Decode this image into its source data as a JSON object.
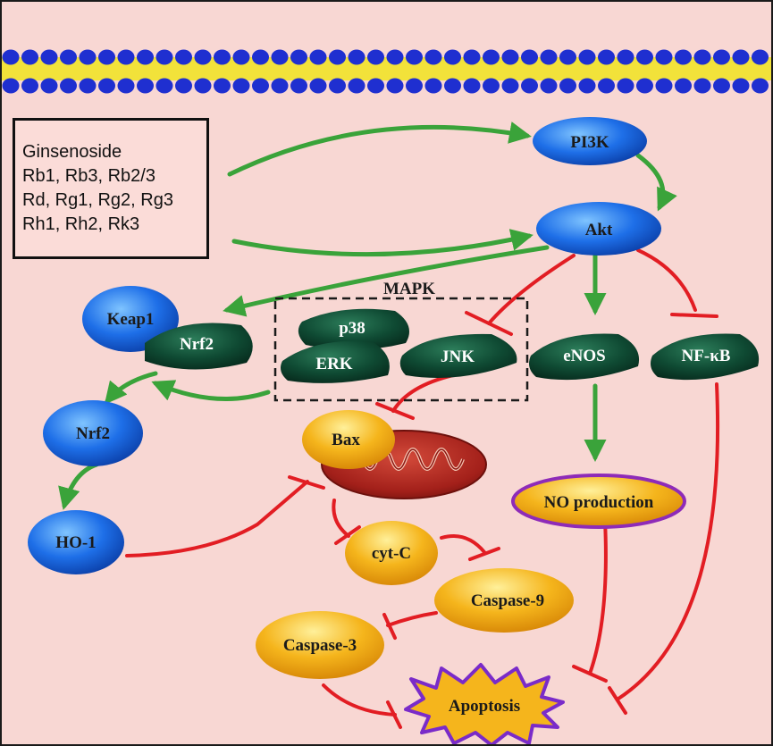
{
  "ginsenoside": {
    "lines": [
      "Ginsenoside",
      "Rb1, Rb3, Rb2/3",
      "Rd, Rg1, Rg2, Rg3",
      "Rh1, Rh2, Rk3"
    ]
  },
  "nodes": {
    "pi3k": "PI3K",
    "akt": "Akt",
    "keap1": "Keap1",
    "nrf2_bound": "Nrf2",
    "nrf2_free": "Nrf2",
    "ho1": "HO-1",
    "mapk": "MAPK",
    "p38": "p38",
    "erk": "ERK",
    "jnk": "JNK",
    "enos": "eNOS",
    "nfkb": "NF-κB",
    "bax": "Bax",
    "no_production": "NO production",
    "cytc": "cyt-C",
    "caspase9": "Caspase-9",
    "caspase3": "Caspase-3",
    "apoptosis": "Apoptosis"
  },
  "colors": {
    "background": "#f8d7d3",
    "activation_arrow": "#3aa33a",
    "inhibition_line": "#e21d23",
    "blue_node": "#1e6fe8",
    "dark_green_node": "#0f4a33",
    "orange_node": "#f5b51c",
    "no_border": "#8e2bb8",
    "apoptosis_star": "#f5b51c",
    "apoptosis_border": "#7a2bc9",
    "membrane_head": "#1f2fd0",
    "membrane_tail": "#f2e23a"
  }
}
